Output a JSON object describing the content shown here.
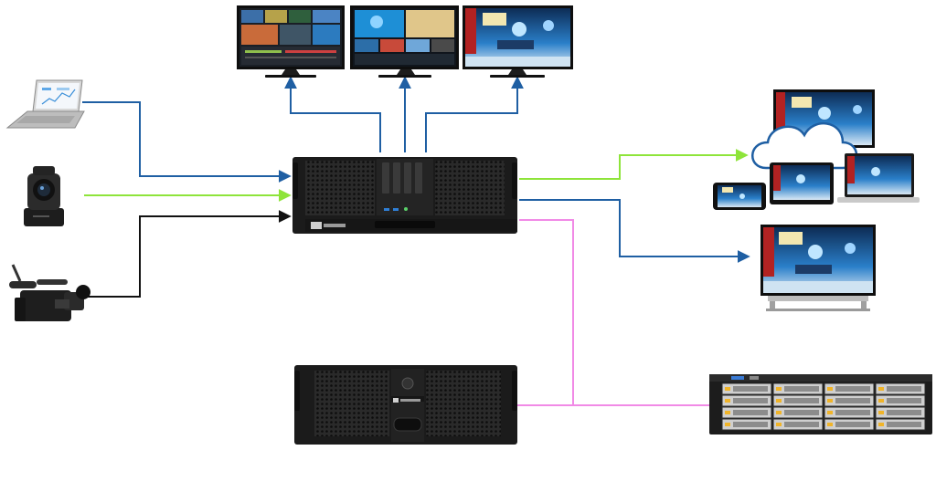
{
  "brand": {
    "server_logo_text": "",
    "encoder_logo_text": ""
  },
  "colors": {
    "blue_link": "#1f5fa3",
    "green_link": "#8ee43a",
    "black_link": "#111111",
    "pink_link": "#f18ae6",
    "device_dark": "#1b1b1b",
    "screen_blue": "#1e8fd6",
    "studio_red": "#b22222",
    "cloud_outline": "#1f5fa3"
  },
  "nodes": [
    {
      "id": "laptop",
      "icon": "laptop-icon"
    },
    {
      "id": "ptz-camera",
      "icon": "ptz-camera-icon"
    },
    {
      "id": "camcorder",
      "icon": "camcorder-icon"
    },
    {
      "id": "monitor-multiview",
      "icon": "monitor-icon"
    },
    {
      "id": "monitor-preview",
      "icon": "monitor-icon"
    },
    {
      "id": "monitor-program",
      "icon": "monitor-icon"
    },
    {
      "id": "production-server",
      "icon": "rackmount-server-icon"
    },
    {
      "id": "recording-server",
      "icon": "rackmount-server-icon"
    },
    {
      "id": "storage-array",
      "icon": "storage-array-icon"
    },
    {
      "id": "streaming-cloud",
      "icon": "cloud-icon"
    },
    {
      "id": "tv-display",
      "icon": "tv-icon"
    }
  ],
  "connections": [
    {
      "from": "laptop",
      "to": "production-server",
      "color": "blue"
    },
    {
      "from": "ptz-camera",
      "to": "production-server",
      "color": "green"
    },
    {
      "from": "camcorder",
      "to": "production-server",
      "color": "black"
    },
    {
      "from": "production-server",
      "to": "monitor-multiview",
      "color": "blue"
    },
    {
      "from": "production-server",
      "to": "monitor-preview",
      "color": "blue"
    },
    {
      "from": "production-server",
      "to": "monitor-program",
      "color": "blue"
    },
    {
      "from": "production-server",
      "to": "streaming-cloud",
      "color": "green"
    },
    {
      "from": "production-server",
      "to": "tv-display",
      "color": "blue"
    },
    {
      "from": "production-server",
      "to": "storage-array",
      "color": "pink"
    },
    {
      "from": "recording-server",
      "to": "storage-array",
      "color": "pink"
    }
  ]
}
